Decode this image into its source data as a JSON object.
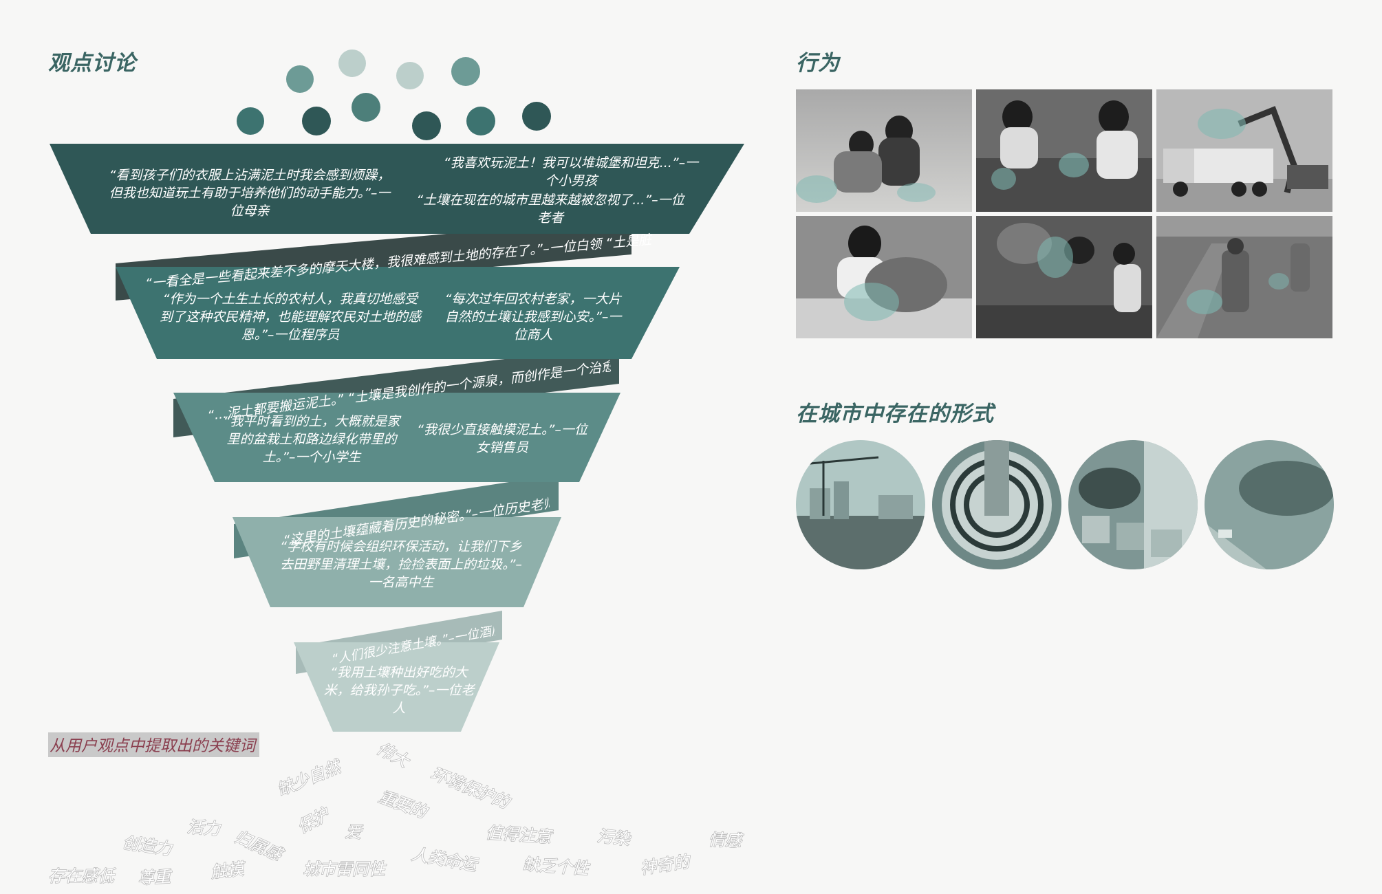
{
  "headings": {
    "opinions": "观点讨论",
    "behavior": "行为",
    "city_forms": "在城市中存在的形式",
    "keywords_title": "从用户观点中提取出的关键词"
  },
  "colors": {
    "dark_teal": "#2f5756",
    "mid_teal": "#3d7370",
    "light_teal": "#5c8c88",
    "pale_teal": "#8fb0ab",
    "palest_teal": "#bccfcb",
    "highlight": "#c98591",
    "ribbon": "#3a4a49"
  },
  "funnel": {
    "tier1": {
      "left": "“看到孩子们的衣服上沾满泥土时我会感到烦躁，但我也知道玩土有助于培养他们的动手能力。”–一位母亲",
      "right_1": "“我喜欢玩泥土！我可以堆城堡和坦克...”–一个小男孩",
      "right_2": "“土壤在现在的城市里越来越被忽视了...”–一位老者"
    },
    "ribbon1": "“一看全是一些看起来差不多的摩天大楼，我很难感到土地的存在了。”–一位白领   “土是脏东西，我的工作就是清理它。”–一位清洁工",
    "tier2": {
      "left": "“作为一个土生土长的农村人，我真切地感受到了这种农民精神，也能理解农民对土地的感恩。”–一位程序员",
      "right": "“每次过年回农村老家，一大片自然的土壤让我感到心安。”–一位商人"
    },
    "ribbon2": "“...泥土都要搬运泥土。”  “土壤是我创作的一个源泉，而创作是一个治愈的过程。”–一位陶艺师",
    "tier3": {
      "left": "“我平时看到的土，大概就是家里的盆栽土和路边绿化带里的土。”–一个小学生",
      "right": "“我很少直接触摸泥土。”–一位女销售员"
    },
    "ribbon3": "“这里的土壤蕴藏着历史的秘密。”–一位历史老师",
    "tier4": {
      "center": "“学校有时候会组织环保活动，让我们下乡去田野里清理土壤，捡捡表面上的垃圾。”–一名高中生"
    },
    "ribbon4": "“人们很少注意土壤。”–一位酒店经理",
    "tier5": {
      "center": "“我用土壤种出好吃的大米，给我孙子吃。”–一位老人"
    }
  },
  "keywords": [
    "伟大",
    "缺少自然",
    "环境保护的",
    "重要的",
    "保护",
    "活力",
    "归属感",
    "爱",
    "值得注意",
    "污染",
    "情感",
    "创造力",
    "人类命运",
    "存在感低",
    "尊重",
    "触摸",
    "城市雷同性",
    "缺乏个性",
    "神奇的"
  ],
  "behavior_photos": [
    "children-playing-sand",
    "children-digging",
    "excavator-truck",
    "child-in-garden",
    "kids-planting-tree",
    "street-sweepers"
  ],
  "city_form_photos": [
    "construction-site",
    "tree-grate",
    "balcony-pots",
    "roadside-greenbelt"
  ]
}
